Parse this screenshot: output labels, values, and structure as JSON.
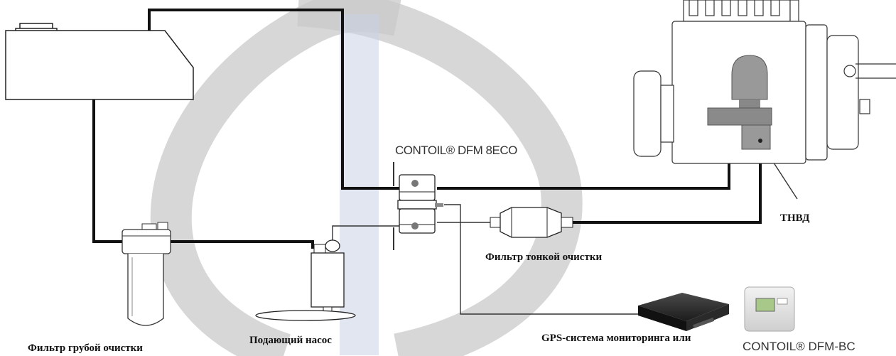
{
  "labels": {
    "flowmeter": "CONTOIL® DFM 8ECO",
    "injection_pump": "ТНВД",
    "fine_filter": "Фильтр тонкой очистки",
    "coarse_filter": "Фильтр грубой очистки",
    "feed_pump": "Подающий насос",
    "gps_system": "GPS-система мониторинга или",
    "display_unit": "CONTOIL® DFM-BC"
  },
  "colors": {
    "watermark_gray": "#c9c9c9",
    "watermark_blue": "#c9d2e6",
    "fuel_line": "#111111",
    "signal_line": "#444444"
  },
  "icons": [
    "fuel-tank",
    "coarse-filter",
    "feed-pump",
    "flowmeter",
    "fine-filter",
    "injection-pump-engine",
    "gps-terminal",
    "display-unit"
  ]
}
